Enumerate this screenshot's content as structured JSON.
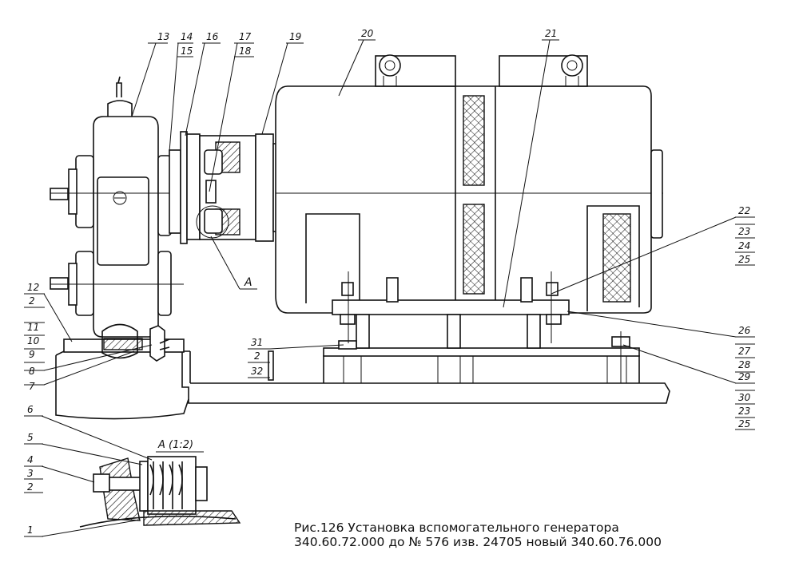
{
  "caption": {
    "line1": "Рис.126 Установка вспомогательного генератора",
    "line2": "340.60.72.000 до № 576 изв. 24705 новый 340.60.76.000"
  },
  "detail_title": "А (1:2)",
  "section_marker": "А",
  "callouts": {
    "c1": "1",
    "c2a": "2",
    "c3": "3",
    "c4": "4",
    "c5": "5",
    "c6": "6",
    "c7": "7",
    "c8": "8",
    "c9": "9",
    "c10": "10",
    "c11": "11",
    "c2b": "2",
    "c12": "12",
    "c13": "13",
    "c14": "14",
    "c15": "15",
    "c16": "16",
    "c17": "17",
    "c18": "18",
    "c19": "19",
    "c20": "20",
    "c21": "21",
    "c22": "22",
    "c23a": "23",
    "c24": "24",
    "c25a": "25",
    "c26": "26",
    "c27": "27",
    "c28": "28",
    "c29": "29",
    "c30": "30",
    "c23b": "23",
    "c25b": "25",
    "c31": "31",
    "c2c": "2",
    "c32": "32"
  }
}
